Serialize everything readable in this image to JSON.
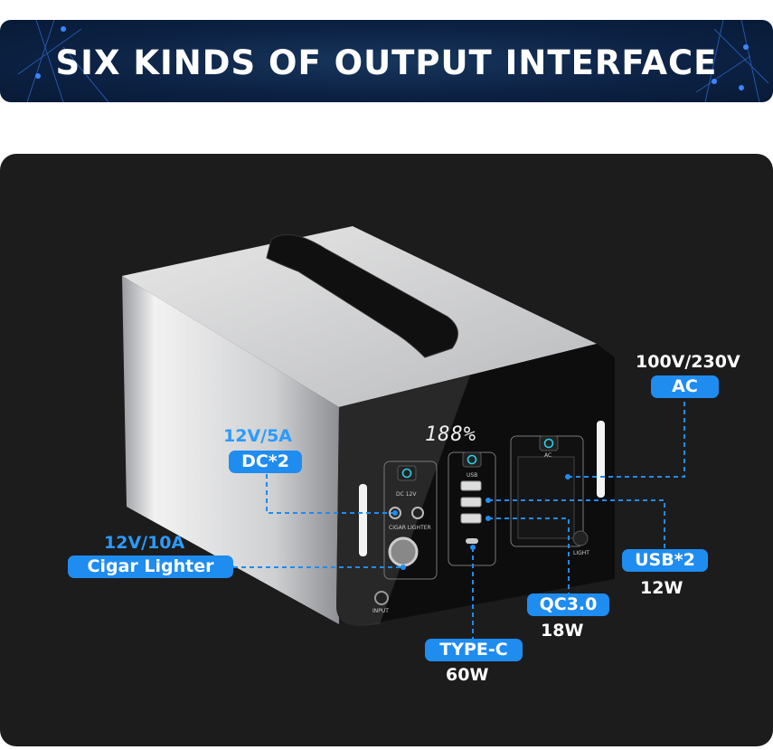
{
  "banner": {
    "title": "SIX KINDS OF OUTPUT INTERFACE"
  },
  "device": {
    "lcd_percent": "188%",
    "panel_labels": {
      "dc": "DC 12V",
      "usb": "USB",
      "ac": "AC",
      "cigar": "CIGAR LIGHTER",
      "light": "LIGHT",
      "input": "INPUT"
    }
  },
  "callouts": {
    "ac": {
      "spec": "100V/230V",
      "name": "AC"
    },
    "dc": {
      "spec": "12V/5A",
      "name": "DC*2"
    },
    "cigar": {
      "spec": "12V/10A",
      "name": "Cigar Lighter"
    },
    "usb": {
      "name": "USB*2",
      "spec": "12W"
    },
    "qc": {
      "name": "QC3.0",
      "spec": "18W"
    },
    "typec": {
      "name": "TYPE-C",
      "spec": "60W"
    }
  },
  "colors": {
    "accent": "#1f8cf0",
    "banner": "#0c2143",
    "background": "#1c1c1d"
  }
}
